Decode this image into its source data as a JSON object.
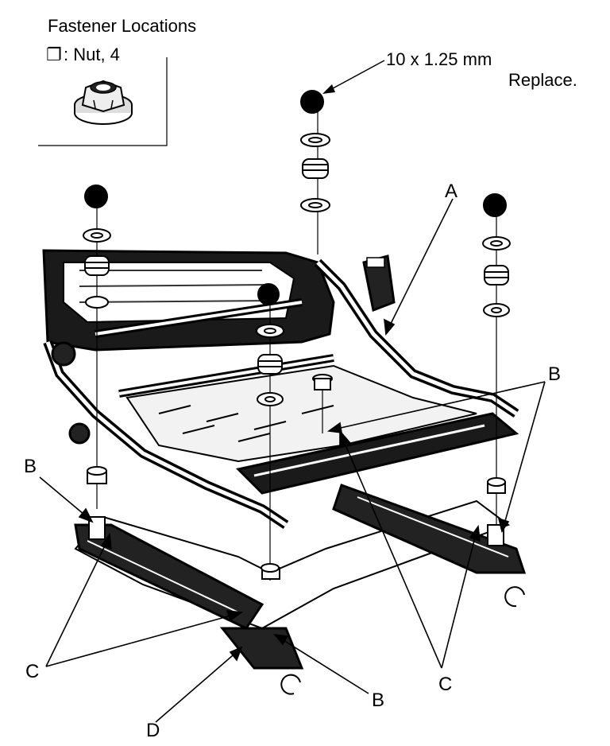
{
  "legend": {
    "title": "Fastener Locations",
    "symbol": "❐",
    "item": ": Nut, 4",
    "icon": "flange-nut-icon"
  },
  "spec": {
    "size": "10 x 1.25 mm",
    "action": "Replace."
  },
  "callouts": {
    "A": "A",
    "B": "B",
    "C": "C",
    "D": "D"
  },
  "colors": {
    "ink": "#000000",
    "paper": "#ffffff"
  }
}
